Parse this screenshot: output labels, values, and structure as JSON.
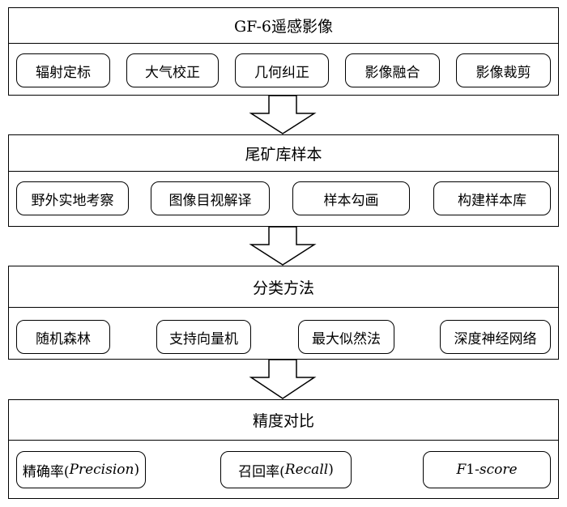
{
  "panels": [
    {
      "title": "GF-6遥感影像",
      "steps": [
        "辐射定标",
        "大气校正",
        "几何纠正",
        "影像融合",
        "影像裁剪"
      ]
    },
    {
      "title": "尾矿库样本",
      "steps": [
        "野外实地考察",
        "图像目视解译",
        "样本勾画",
        "构建样本库"
      ]
    },
    {
      "title": "分类方法",
      "methods": [
        "随机森林",
        "支持向量机",
        "最大似然法",
        "深度神经网络"
      ]
    },
    {
      "title": "精度对比",
      "metrics": [
        {
          "prefix": "精确率(",
          "italic": "Precision",
          "suffix": ")"
        },
        {
          "prefix": "召回率(",
          "italic": "Recall",
          "suffix": ")"
        },
        {
          "prefix": "",
          "italic": "F",
          "suffix": "1-",
          "italic2": "score"
        }
      ]
    }
  ]
}
